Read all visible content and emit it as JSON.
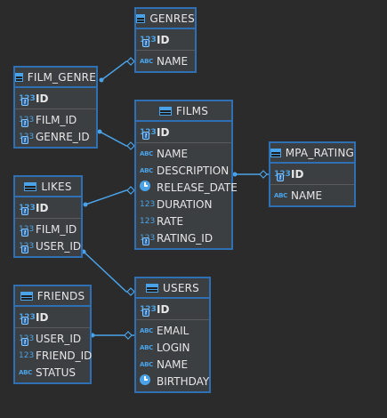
{
  "diagram": {
    "tables": {
      "genres": {
        "title": "GENRES",
        "pk": [
          {
            "type": "123",
            "name": "ID"
          }
        ],
        "columns": [
          {
            "type": "ABC",
            "name": "NAME"
          }
        ]
      },
      "film_genre": {
        "title": "FILM_GENRE",
        "pk": [
          {
            "type": "123",
            "name": "ID"
          }
        ],
        "columns": [
          {
            "type": "123",
            "name": "FILM_ID",
            "key": true
          },
          {
            "type": "123",
            "name": "GENRE_ID",
            "key": true
          }
        ]
      },
      "films": {
        "title": "FILMS",
        "pk": [
          {
            "type": "123",
            "name": "ID"
          }
        ],
        "columns": [
          {
            "type": "ABC",
            "name": "NAME"
          },
          {
            "type": "ABC",
            "name": "DESCRIPTION"
          },
          {
            "type": "clock",
            "name": "RELEASE_DATE"
          },
          {
            "type": "123",
            "name": "DURATION"
          },
          {
            "type": "123",
            "name": "RATE"
          },
          {
            "type": "123",
            "name": "RATING_ID",
            "key": true
          }
        ]
      },
      "mpa_rating": {
        "title": "MPA_RATING",
        "pk": [
          {
            "type": "123",
            "name": "ID"
          }
        ],
        "columns": [
          {
            "type": "ABC",
            "name": "NAME"
          }
        ]
      },
      "likes": {
        "title": "LIKES",
        "pk": [
          {
            "type": "123",
            "name": "ID"
          }
        ],
        "columns": [
          {
            "type": "123",
            "name": "FILM_ID",
            "key": true
          },
          {
            "type": "123",
            "name": "USER_ID",
            "key": true
          }
        ]
      },
      "friends": {
        "title": "FRIENDS",
        "pk": [
          {
            "type": "123",
            "name": "ID"
          }
        ],
        "columns": [
          {
            "type": "123",
            "name": "USER_ID",
            "key": true
          },
          {
            "type": "123",
            "name": "FRIEND_ID"
          },
          {
            "type": "ABC",
            "name": "STATUS"
          }
        ]
      },
      "users": {
        "title": "USERS",
        "pk": [
          {
            "type": "123",
            "name": "ID"
          }
        ],
        "columns": [
          {
            "type": "ABC",
            "name": "EMAIL"
          },
          {
            "type": "ABC",
            "name": "LOGIN"
          },
          {
            "type": "ABC",
            "name": "NAME"
          },
          {
            "type": "clock",
            "name": "BIRTHDAY"
          }
        ]
      }
    },
    "relationships": [
      {
        "from": "film_genre",
        "to": "genres"
      },
      {
        "from": "film_genre",
        "to": "films"
      },
      {
        "from": "films",
        "to": "mpa_rating"
      },
      {
        "from": "likes",
        "to": "films"
      },
      {
        "from": "likes",
        "to": "users"
      },
      {
        "from": "friends",
        "to": "users"
      }
    ],
    "colors": {
      "background": "#2b2b2b",
      "table_fill": "#3c3f41",
      "table_border": "#2f6fb3",
      "accent": "#4aa3e8",
      "text": "#e6e6e6"
    }
  }
}
